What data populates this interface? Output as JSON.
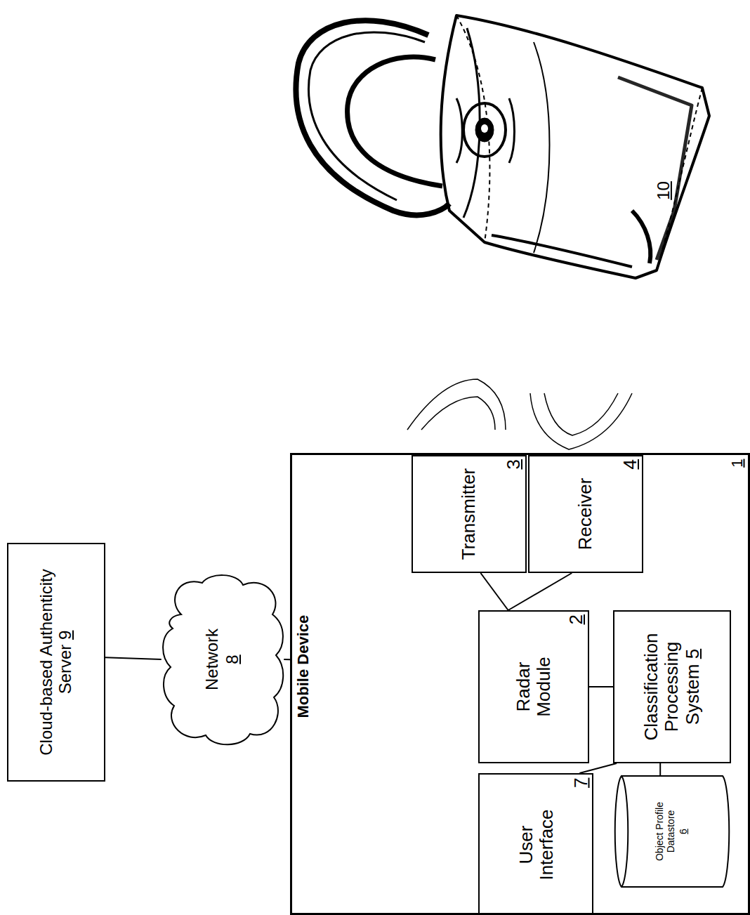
{
  "diagram": {
    "nodes": [
      {
        "text": [
          "Cloud-based Authenticity Server",
          "9"
        ]
      },
      {
        "text": [
          "Network",
          "8"
        ]
      },
      {
        "text": [
          "Mobile Device",
          "1"
        ]
      },
      {
        "text": [
          "Transmitter",
          "3"
        ],
        "in": 2
      },
      {
        "text": [
          "Receiver",
          "4"
        ],
        "in": 2
      },
      {
        "text": [
          "Radar Module",
          "2"
        ],
        "in": 2
      },
      {
        "text": [
          "User Interface",
          "7"
        ],
        "in": 2
      },
      {
        "text": [
          "Classification Processing System",
          "5"
        ],
        "in": 2
      },
      {
        "text": [
          "Object Profile Datastore",
          "6"
        ],
        "in": 2
      }
    ],
    "edges": [
      {
        "from": 0,
        "to": 1,
        "arrow": "none"
      },
      {
        "from": 1,
        "to": 2,
        "arrow": "none"
      },
      {
        "from": 5,
        "to": 3,
        "arrow": "none"
      },
      {
        "from": 5,
        "to": 4,
        "arrow": "none"
      },
      {
        "from": 5,
        "to": 7,
        "arrow": "none"
      },
      {
        "from": 7,
        "to": 6,
        "arrow": "none"
      },
      {
        "from": 7,
        "to": 8,
        "arrow": "none"
      }
    ],
    "labels": [
      "10"
    ]
  }
}
